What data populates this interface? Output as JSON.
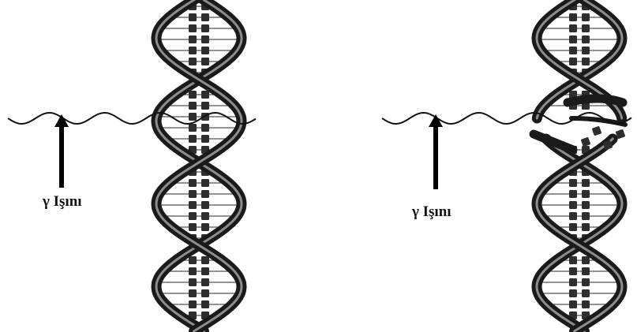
{
  "figure": {
    "panels": [
      {
        "ray_label": "γ Işını",
        "dna_state": "intact"
      },
      {
        "ray_label": "γ Işını",
        "dna_state": "broken"
      }
    ],
    "colors": {
      "strand": "#1a1a1a",
      "strand_highlight": "#9a9a9a",
      "base_pair": "#2e2e2e",
      "wave": "#111111",
      "background": "#ffffff"
    },
    "icons": [
      "dna-double-helix",
      "gamma-ray-wave",
      "up-arrow"
    ]
  }
}
